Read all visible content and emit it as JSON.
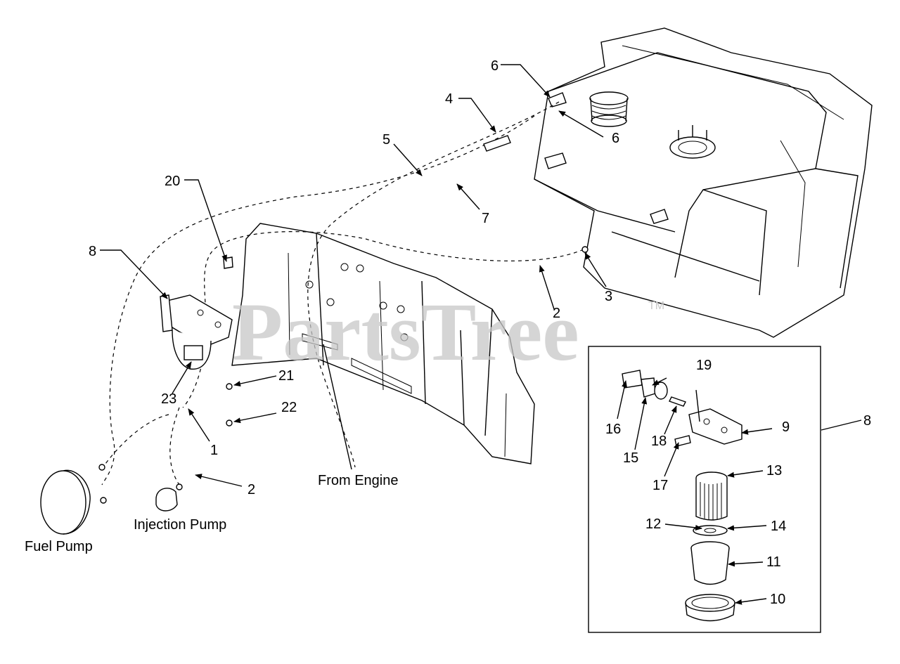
{
  "watermark": {
    "text": "PartsTree",
    "mark": "TM"
  },
  "callouts": {
    "c1": "1",
    "c2a": "2",
    "c2b": "2",
    "c3": "3",
    "c4": "4",
    "c5": "5",
    "c6a": "6",
    "c6b": "6",
    "c7": "7",
    "c8": "8",
    "c8b": "8",
    "c9": "9",
    "c10": "10",
    "c11": "11",
    "c12": "12",
    "c13": "13",
    "c14": "14",
    "c15": "15",
    "c16": "16",
    "c17": "17",
    "c18": "18",
    "c19": "19",
    "c20": "20",
    "c21": "21",
    "c22": "22",
    "c23": "23"
  },
  "labels": {
    "from_engine": "From Engine",
    "injection_pump": "Injection Pump",
    "fuel_pump": "Fuel Pump"
  }
}
